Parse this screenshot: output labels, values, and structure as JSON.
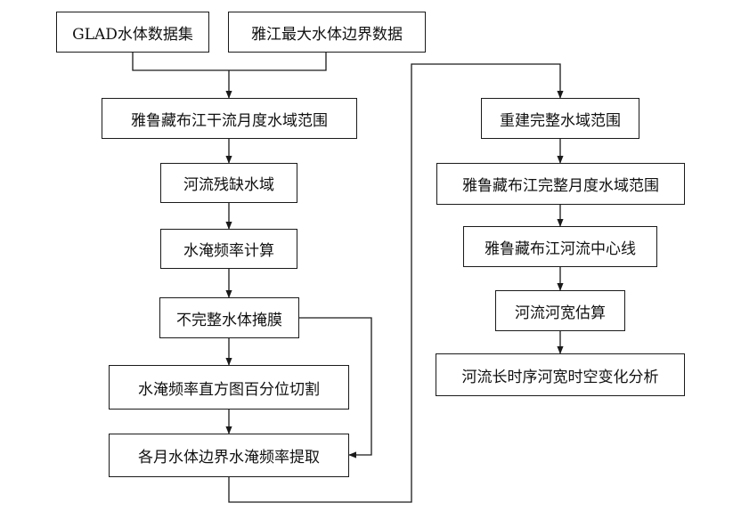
{
  "diagram": {
    "title": "",
    "nodes": {
      "glad": "GLAD水体数据集",
      "max_boundary": "雅江最大水体边界数据",
      "monthly_extent": "雅鲁藏布江干流月度水域范围",
      "residual": "河流残缺水域",
      "frequency": "水淹频率计算",
      "mask": "不完整水体掩膜",
      "histogram": "水淹频率直方图百分位切割",
      "boundary_extract": "各月水体边界水淹频率提取",
      "rebuild": "重建完整水域范围",
      "complete_extent": "雅鲁藏布江完整月度水域范围",
      "centerline": "雅鲁藏布江河流中心线",
      "width_estimate": "河流河宽估算",
      "analysis": "河流长时序河宽时空变化分析"
    },
    "edges": [
      [
        "glad",
        "monthly_extent"
      ],
      [
        "max_boundary",
        "monthly_extent"
      ],
      [
        "monthly_extent",
        "residual"
      ],
      [
        "residual",
        "frequency"
      ],
      [
        "frequency",
        "mask"
      ],
      [
        "mask",
        "histogram"
      ],
      [
        "mask",
        "boundary_extract"
      ],
      [
        "histogram",
        "boundary_extract"
      ],
      [
        "boundary_extract",
        "rebuild"
      ],
      [
        "rebuild",
        "complete_extent"
      ],
      [
        "complete_extent",
        "centerline"
      ],
      [
        "centerline",
        "width_estimate"
      ],
      [
        "width_estimate",
        "analysis"
      ]
    ]
  }
}
